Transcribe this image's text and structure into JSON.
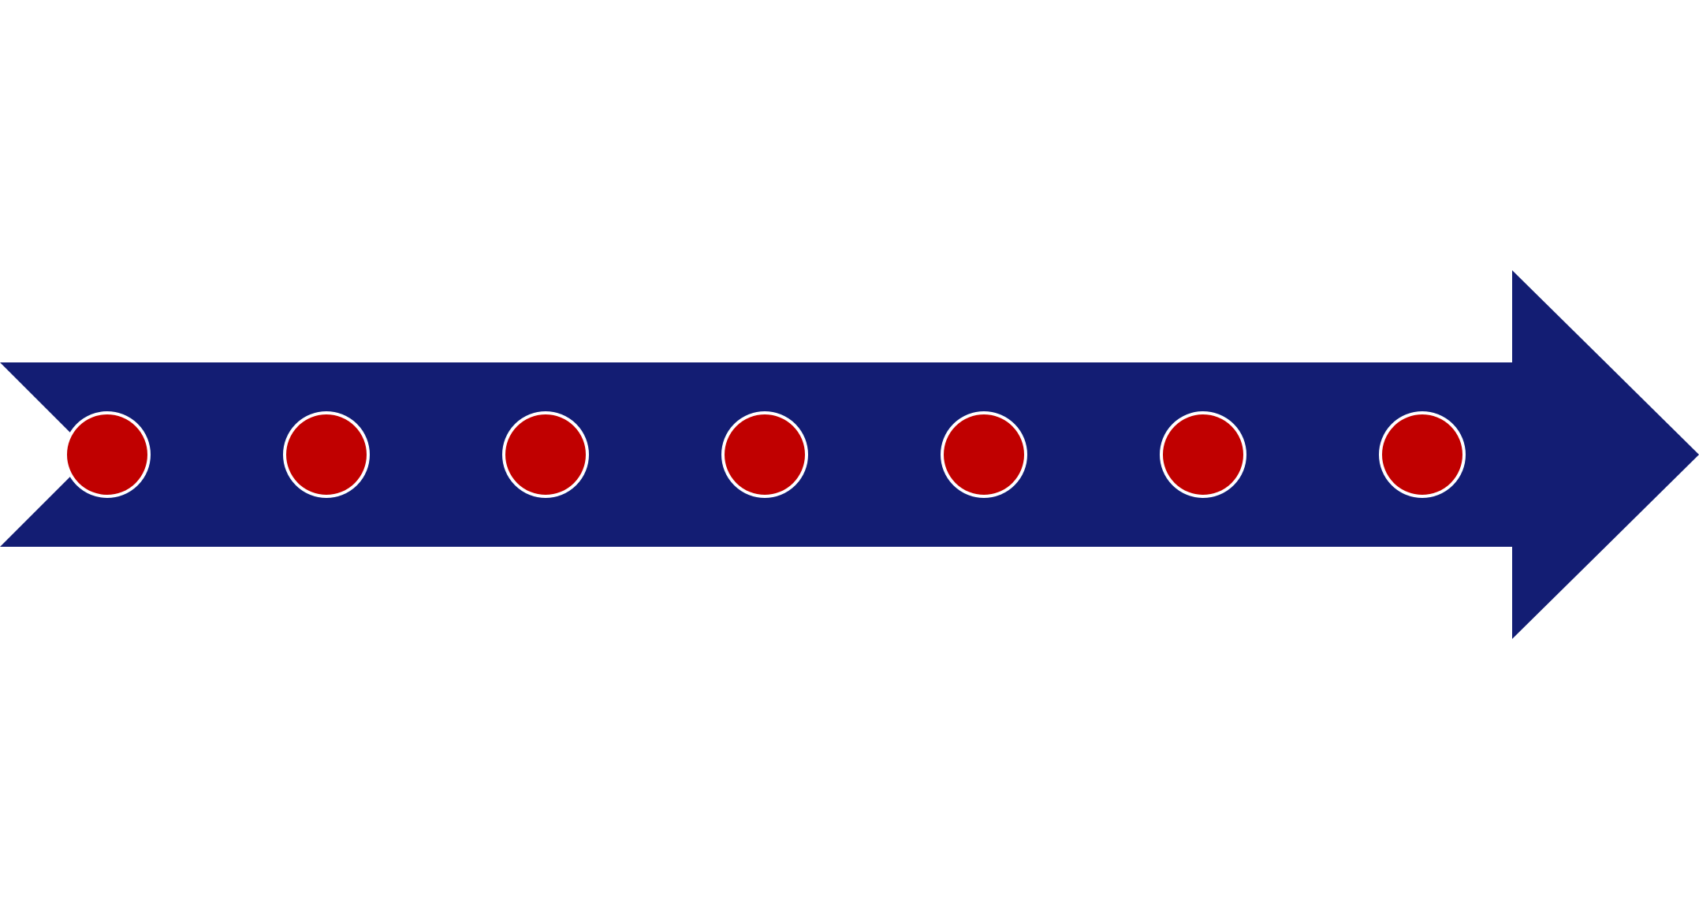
{
  "diagram": {
    "type": "timeline-arrow",
    "direction": "right",
    "milestone_count": 7,
    "colors": {
      "arrow": "#131d73",
      "milestone_fill": "#c00000",
      "milestone_stroke": "#ffffff",
      "background": "#ffffff"
    }
  }
}
